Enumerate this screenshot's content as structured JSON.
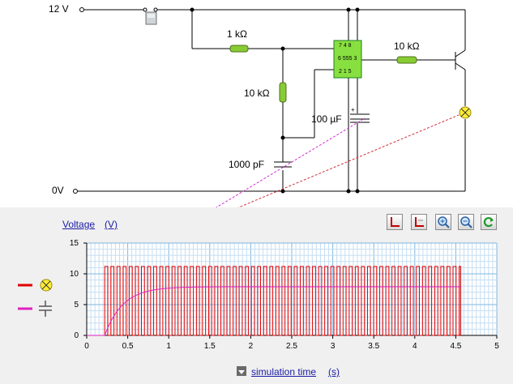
{
  "circuit": {
    "supply_top": "12 V",
    "supply_bottom": "0V",
    "r1": "1 kΩ",
    "r2": "10 kΩ",
    "r3": "10 kΩ",
    "c1": "100 µF",
    "c2": "1000 pF",
    "ic": "555",
    "ic_pins_top": "7 4  8",
    "ic_pins_mid": "6 555 3",
    "ic_pins_bot": "2 1  5",
    "cap_plus": "+"
  },
  "graph": {
    "y_label": "Voltage",
    "y_unit": "(V)",
    "x_label": "simulation time",
    "x_unit": "(s)",
    "toolbar": [
      "fit-xy-icon",
      "fit-y-icon",
      "zoom-in-icon",
      "zoom-out-icon",
      "refresh-icon"
    ]
  },
  "legend": [
    {
      "symbol": "lamp-icon",
      "color": "#e00000"
    },
    {
      "symbol": "capacitor-icon",
      "color": "#e020c0"
    }
  ],
  "chart_data": {
    "type": "line",
    "xlim": [
      0,
      5
    ],
    "ylim": [
      0,
      15
    ],
    "x_ticks": [
      "0",
      "0.5",
      "1",
      "1.5",
      "2",
      "2.5",
      "3",
      "3.5",
      "4",
      "4.5",
      "5"
    ],
    "y_ticks": [
      "0",
      "5",
      "10",
      "15"
    ],
    "grid": true,
    "series": [
      {
        "color": "#e00000",
        "kind": "square",
        "high": 11.2,
        "low": 0,
        "start": 0.22,
        "end": 4.56,
        "period": 0.0745,
        "duty": 0.5
      },
      {
        "color": "#e020c0",
        "kind": "rc",
        "start": 0.22,
        "end": 4.56,
        "final": 7.9,
        "tau": 0.22
      }
    ]
  }
}
